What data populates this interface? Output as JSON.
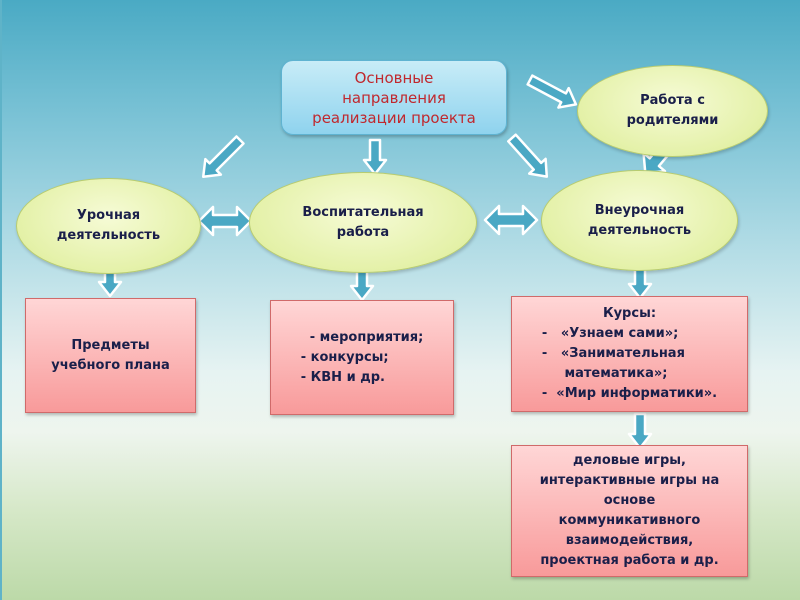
{
  "diagram": {
    "main_node": {
      "lines": [
        "Основные",
        "направления",
        "реализации проекта"
      ]
    },
    "ellipses": {
      "lesson": {
        "lines": [
          "Урочная",
          "деятельность"
        ]
      },
      "upbringing": {
        "lines": [
          "Воспитательная",
          "работа"
        ]
      },
      "extracurricular": {
        "lines": [
          "Внеурочная",
          "деятельность"
        ]
      },
      "parents": {
        "lines": [
          "Работа с",
          "родителями"
        ]
      }
    },
    "boxes": {
      "subjects": {
        "lines": [
          "Предметы",
          "учебного плана"
        ]
      },
      "events": {
        "lines": [
          "  - мероприятия;",
          "- конкурсы;",
          "- КВН и др."
        ]
      },
      "courses": {
        "lines": [
          "Курсы:",
          "-   «Узнаем сами»;",
          "-   «Занимательная",
          "     математика»;",
          "-  «Мир информатики»."
        ]
      },
      "games": {
        "lines": [
          "деловые игры,",
          "интерактивные игры на",
          "основе",
          "коммуникативного",
          "взаимодействия,",
          "проектная работа и др."
        ]
      }
    },
    "colors": {
      "arrow_fill": "#4aa8c4",
      "main_text": "#c0282e",
      "node_text": "#1a1f4a",
      "ellipse_fill": "#e4f1a8",
      "box_fill": "#f8a8a8"
    }
  }
}
